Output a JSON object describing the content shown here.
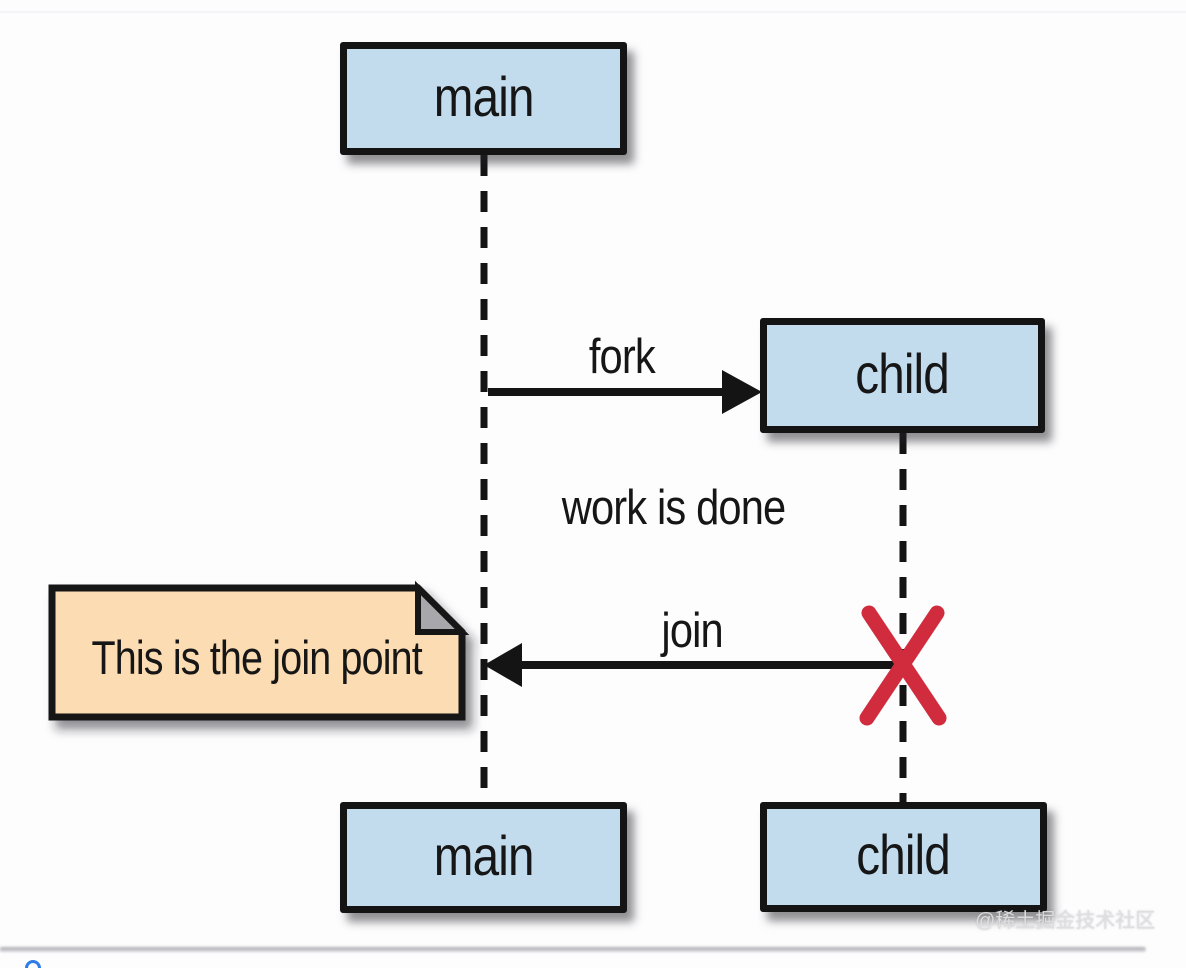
{
  "diagram": {
    "type": "sequence",
    "participants": {
      "main_top": "main",
      "child_top": "child",
      "main_bottom": "main",
      "child_bottom": "child"
    },
    "messages": {
      "fork": "fork",
      "work_done": "work is done",
      "join": "join"
    },
    "note": "This is the join point",
    "colors": {
      "box_fill": "#c2dcee",
      "box_border": "#141414",
      "note_fill": "#fbdcb3",
      "note_fold": "#a8a8ac",
      "line": "#141414",
      "terminate_cross": "#d02c3e"
    }
  },
  "watermark": "@稀土掘金技术社区"
}
